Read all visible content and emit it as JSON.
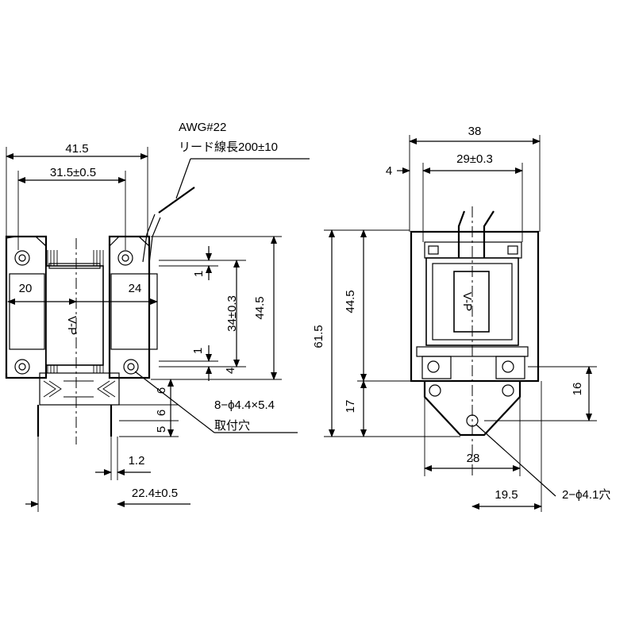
{
  "wire_note": {
    "line1": "AWG#22",
    "line2": "リード線長200±10"
  },
  "side_view": {
    "dim_total_width": "41.5",
    "dim_hole_pitch": "31.5±0.5",
    "dim_left_window": "20",
    "dim_right_window": "24",
    "coil_label": "V-P",
    "dim_top_gap": "1",
    "dim_core_height": "34±0.3",
    "dim_bottom_gap": "1",
    "dim_bottom_4": "4",
    "dim_overall_height": "44.5",
    "dim_6": "6",
    "dim_5": "5",
    "dim_6b": "6",
    "dim_thickness": "1.2",
    "dim_depth": "22.4±0.5",
    "mount_hole_note_line1": "8−ϕ4.4×5.4",
    "mount_hole_note_line2": "取付穴"
  },
  "front_view": {
    "dim_total_width": "38",
    "dim_inner_width": "29±0.3",
    "dim_offset": "4",
    "coil_label": "V-P",
    "dim_overall_height": "61.5",
    "dim_body_height": "44.5",
    "dim_foot_height": "17",
    "dim_foot_hole_height": "16",
    "dim_foot_width": "28",
    "dim_hole_offset": "19.5",
    "foot_hole_note": "2−ϕ4.1穴"
  }
}
